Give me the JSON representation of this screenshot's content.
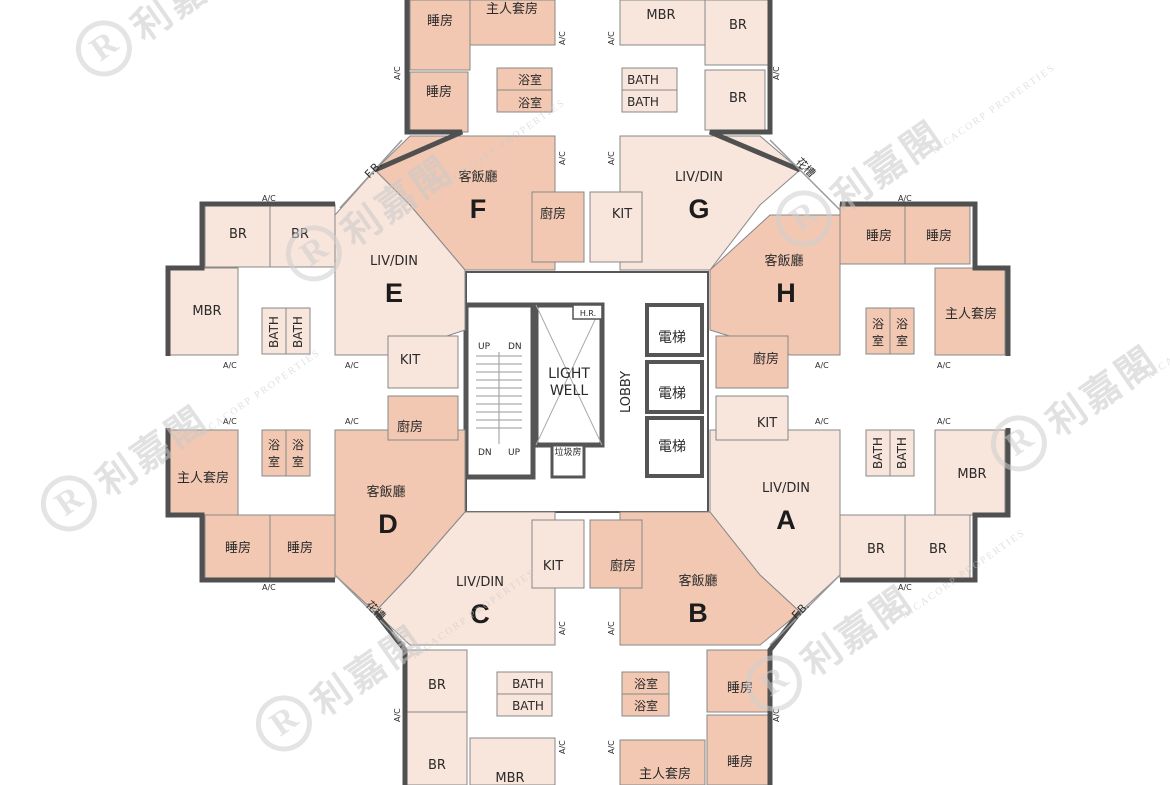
{
  "colors": {
    "peach": "#f2c8b3",
    "cream": "#f8e5db",
    "wall": "#505050",
    "lobby": "#ffffff",
    "line": "#9a9a9a"
  },
  "core": {
    "light_well": [
      "LIGHT",
      "WELL"
    ],
    "lobby": "LOBBY",
    "lift": "電梯",
    "hr": "H.R.",
    "refuse": "垃圾房",
    "up": "UP",
    "dn": "DN"
  },
  "units": {
    "F": {
      "letter": "F",
      "living": "客飯廳",
      "kitchen": "廚房",
      "bed1": "睡房",
      "bed2": "睡房",
      "master": "主人套房",
      "bath1": "浴室",
      "bath2": "浴室"
    },
    "G": {
      "letter": "G",
      "living": "LIV/DIN",
      "kitchen": "KIT",
      "bed1": "BR",
      "bed2": "BR",
      "master": "MBR",
      "bath1": "BATH",
      "bath2": "BATH"
    },
    "H": {
      "letter": "H",
      "living": "客飯廳",
      "kitchen": "廚房",
      "bed1": "睡房",
      "bed2": "睡房",
      "master": "主人套房",
      "bath1": "浴",
      "bath1b": "室",
      "bath2": "浴",
      "bath2b": "室"
    },
    "E": {
      "letter": "E",
      "living": "LIV/DIN",
      "kitchen": "KIT",
      "bed1": "BR",
      "bed2": "BR",
      "master": "MBR",
      "bath1": "BATH",
      "bath2": "BATH"
    },
    "D": {
      "letter": "D",
      "living": "客飯廳",
      "kitchen": "廚房",
      "bed1": "睡房",
      "bed2": "睡房",
      "master": "主人套房",
      "bath1": "浴",
      "bath1b": "室",
      "bath2": "浴",
      "bath2b": "室"
    },
    "A": {
      "letter": "A",
      "living": "LIV/DIN",
      "kitchen": "KIT",
      "bed1": "BR",
      "bed2": "BR",
      "master": "MBR",
      "bath1": "BATH",
      "bath2": "BATH"
    },
    "C": {
      "letter": "C",
      "living": "LIV/DIN",
      "kitchen": "KIT",
      "bed1": "BR",
      "bed2": "BR",
      "master": "MBR",
      "bath1": "BATH",
      "bath2": "BATH"
    },
    "B": {
      "letter": "B",
      "living": "客飯廳",
      "kitchen": "廚房",
      "bed1": "睡房",
      "bed2": "睡房",
      "master": "主人套房",
      "bath1": "浴室",
      "bath2": "浴室"
    }
  },
  "labels": {
    "ac": "A/C",
    "fb": "F.B.",
    "flower_bed": "花槽"
  },
  "watermark": {
    "zh": "利嘉閣",
    "en": "RICACORP PROPERTIES",
    "mark": "R"
  }
}
